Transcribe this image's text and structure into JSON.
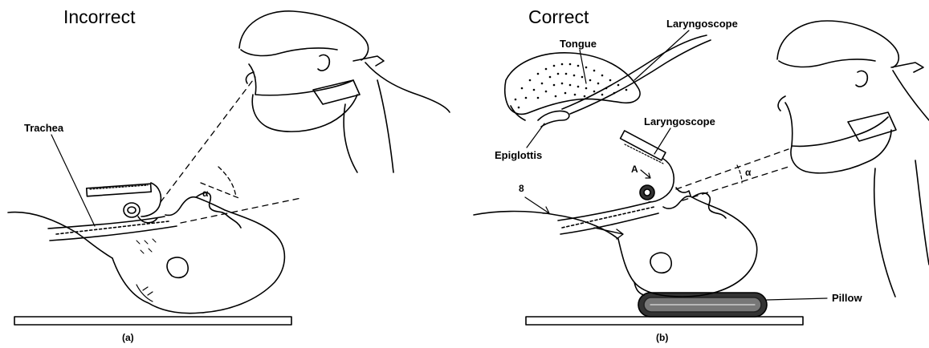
{
  "panel_a": {
    "heading": "Incorrect",
    "caption": "(a)",
    "labels": {
      "trachea": "Trachea",
      "angle": "α"
    }
  },
  "panel_b": {
    "heading": "Correct",
    "caption": "(b)",
    "labels": {
      "tongue": "Tongue",
      "laryngoscope_top": "Laryngoscope",
      "laryngoscope_mid": "Laryngoscope",
      "epiglottis": "Epiglottis",
      "point_a": "A",
      "point_b": "8",
      "angle": "α",
      "pillow": "Pillow"
    }
  }
}
